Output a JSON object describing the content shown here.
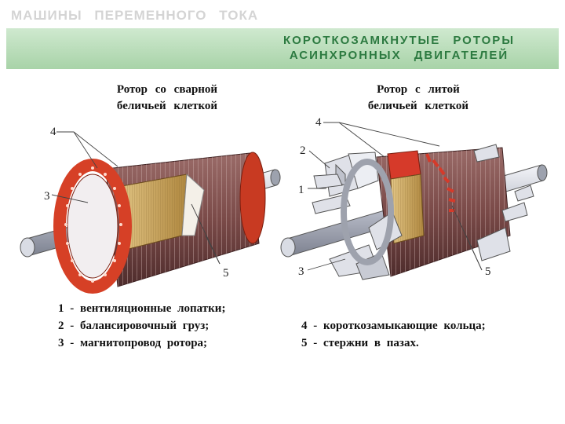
{
  "header": {
    "section_title": "МАШИНЫ ПЕРЕМЕННОГО ТОКА",
    "banner_line1": "КОРОТКОЗАМКНУТЫЕ РОТОРЫ",
    "banner_line2": "АСИНХРОННЫХ ДВИГАТЕЛЕЙ"
  },
  "left_rotor": {
    "title_line1": "Ротор со сварной",
    "title_line2": "беличьей клеткой",
    "callouts": [
      "4",
      "3",
      "5"
    ]
  },
  "right_rotor": {
    "title_line1": "Ротор с литой",
    "title_line2": "беличьей клеткой",
    "callouts": [
      "4",
      "2",
      "1",
      "3",
      "5"
    ]
  },
  "legend": {
    "left": [
      "1 - вентиляционные лопатки;",
      "2 - балансировочный груз;",
      "3 - магнитопровод ротора;"
    ],
    "right": [
      "4 - короткозамыкающие кольца;",
      "5 - стержни в пазах."
    ]
  },
  "colors": {
    "banner_bg": "#b6dcb6",
    "banner_text": "#2c7a40",
    "ring": "#d64026",
    "core": "#7a4a48",
    "laminations": "#c9a35a",
    "shaft": "#c8ccd6"
  }
}
